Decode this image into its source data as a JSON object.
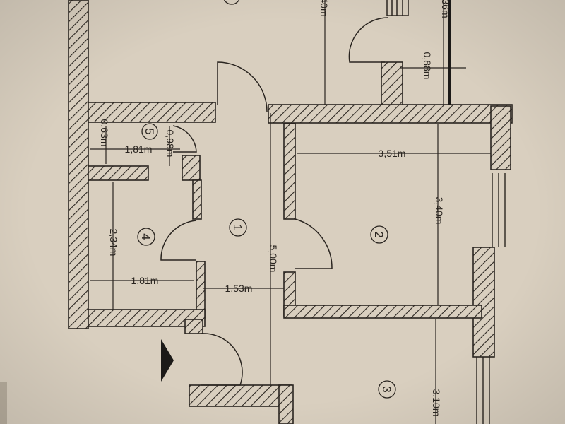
{
  "room_labels": {
    "room1": "1",
    "room2": "2",
    "room3": "3",
    "room4": "4",
    "room5": "5"
  },
  "dimensions": {
    "top_partial": "40m",
    "top_right_partial": "36m",
    "d088": "0,88m",
    "d351": "3,51m",
    "d340": "3,40m",
    "d500": "5,00m",
    "d153": "1,53m",
    "d181_lower": "1,81m",
    "d234": "2,34m",
    "d181_upper": "1,81m",
    "d063": "0,63m",
    "d098": "0,98m",
    "d310": "3,10m"
  },
  "colors": {
    "paper": "#d9cfbf",
    "line": "#2a2520",
    "entrance_arrow": "#1c1a18"
  }
}
